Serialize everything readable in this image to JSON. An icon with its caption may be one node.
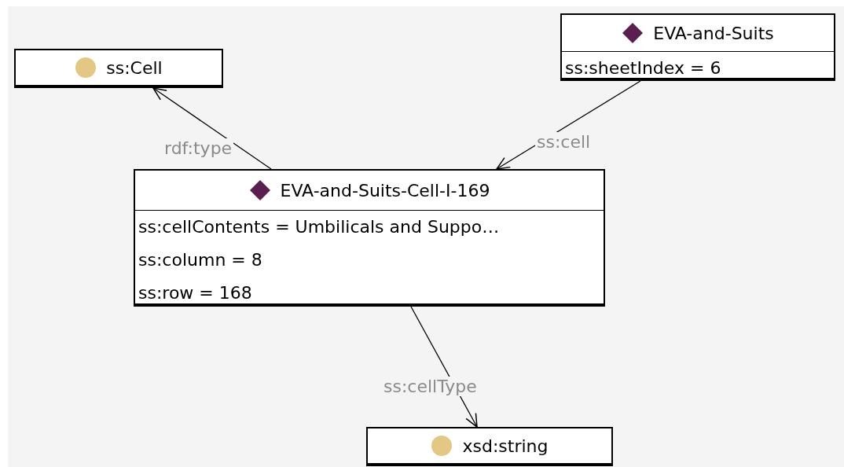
{
  "diagram": {
    "nodes": [
      {
        "text": [
          "ss:Cell"
        ]
      },
      {
        "text": [
          "EVA-and-Suits",
          "ss:sheetIndex = 6"
        ]
      },
      {
        "text": [
          "EVA-and-Suits-Cell-I-169",
          "ss:cellContents = Umbilicals and Suppo…",
          "ss:column = 8",
          "ss:row = 168"
        ]
      },
      {
        "text": [
          "xsd:string"
        ]
      }
    ],
    "edges": [
      {
        "from": 2,
        "to": 0,
        "arrow": "to",
        "label": "rdf:type"
      },
      {
        "from": 1,
        "to": 2,
        "arrow": "to",
        "label": "ss:cell"
      },
      {
        "from": 2,
        "to": 3,
        "arrow": "to",
        "label": "ss:cellType"
      }
    ]
  }
}
